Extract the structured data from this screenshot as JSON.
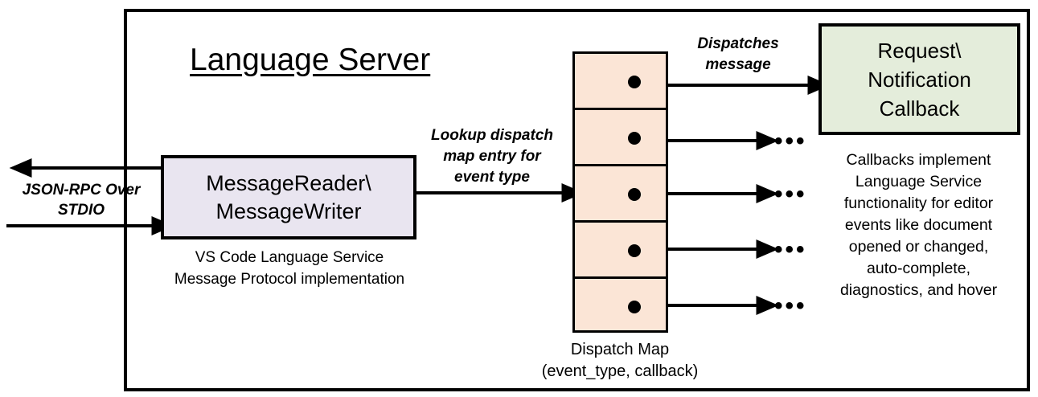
{
  "diagram": {
    "title": "Language Server",
    "container_label": "Language Server"
  },
  "transport": {
    "label": "JSON-RPC\nOver STDIO",
    "inbound_arrow": "arrow-right-into-messagereader",
    "outbound_arrow": "arrow-left-out-of-messagereader"
  },
  "message_io": {
    "box_label": "MessageReader\\\nMessageWriter",
    "caption": "VS Code Language Service\nMessage Protocol implementation",
    "fill_color": "#E9E5F0",
    "border_color": "#000000"
  },
  "lookup": {
    "label": "Lookup dispatch\nmap entry for\nevent type"
  },
  "dispatch_map": {
    "caption": "Dispatch Map\n(event_type, callback)",
    "fill_color": "#FBE5D6",
    "border_color": "#000000",
    "rows": [
      {
        "index": 1,
        "dot": "entry-dot",
        "outgoing": "to-callback-box"
      },
      {
        "index": 2,
        "dot": "entry-dot",
        "outgoing": "ellipsis",
        "ellipsis": "•••"
      },
      {
        "index": 3,
        "dot": "entry-dot",
        "outgoing": "ellipsis",
        "ellipsis": "•••"
      },
      {
        "index": 4,
        "dot": "entry-dot",
        "outgoing": "ellipsis",
        "ellipsis": "•••"
      },
      {
        "index": 5,
        "dot": "entry-dot",
        "outgoing": "ellipsis",
        "ellipsis": "•••"
      }
    ]
  },
  "dispatch": {
    "label": "Dispatches\nmessage"
  },
  "callback": {
    "box_label": "Request\\\nNotification\nCallback",
    "caption": "Callbacks implement\nLanguage Service\nfunctionality for editor\nevents like document\nopened or changed,\nauto-complete,\ndiagnostics, and hover",
    "fill_color": "#E4EDDB",
    "border_color": "#000000"
  },
  "colors": {
    "background": "#FFFFFF",
    "stroke": "#000000",
    "lavender": "#E9E5F0",
    "peach": "#FBE5D6",
    "green": "#E4EDDB"
  }
}
